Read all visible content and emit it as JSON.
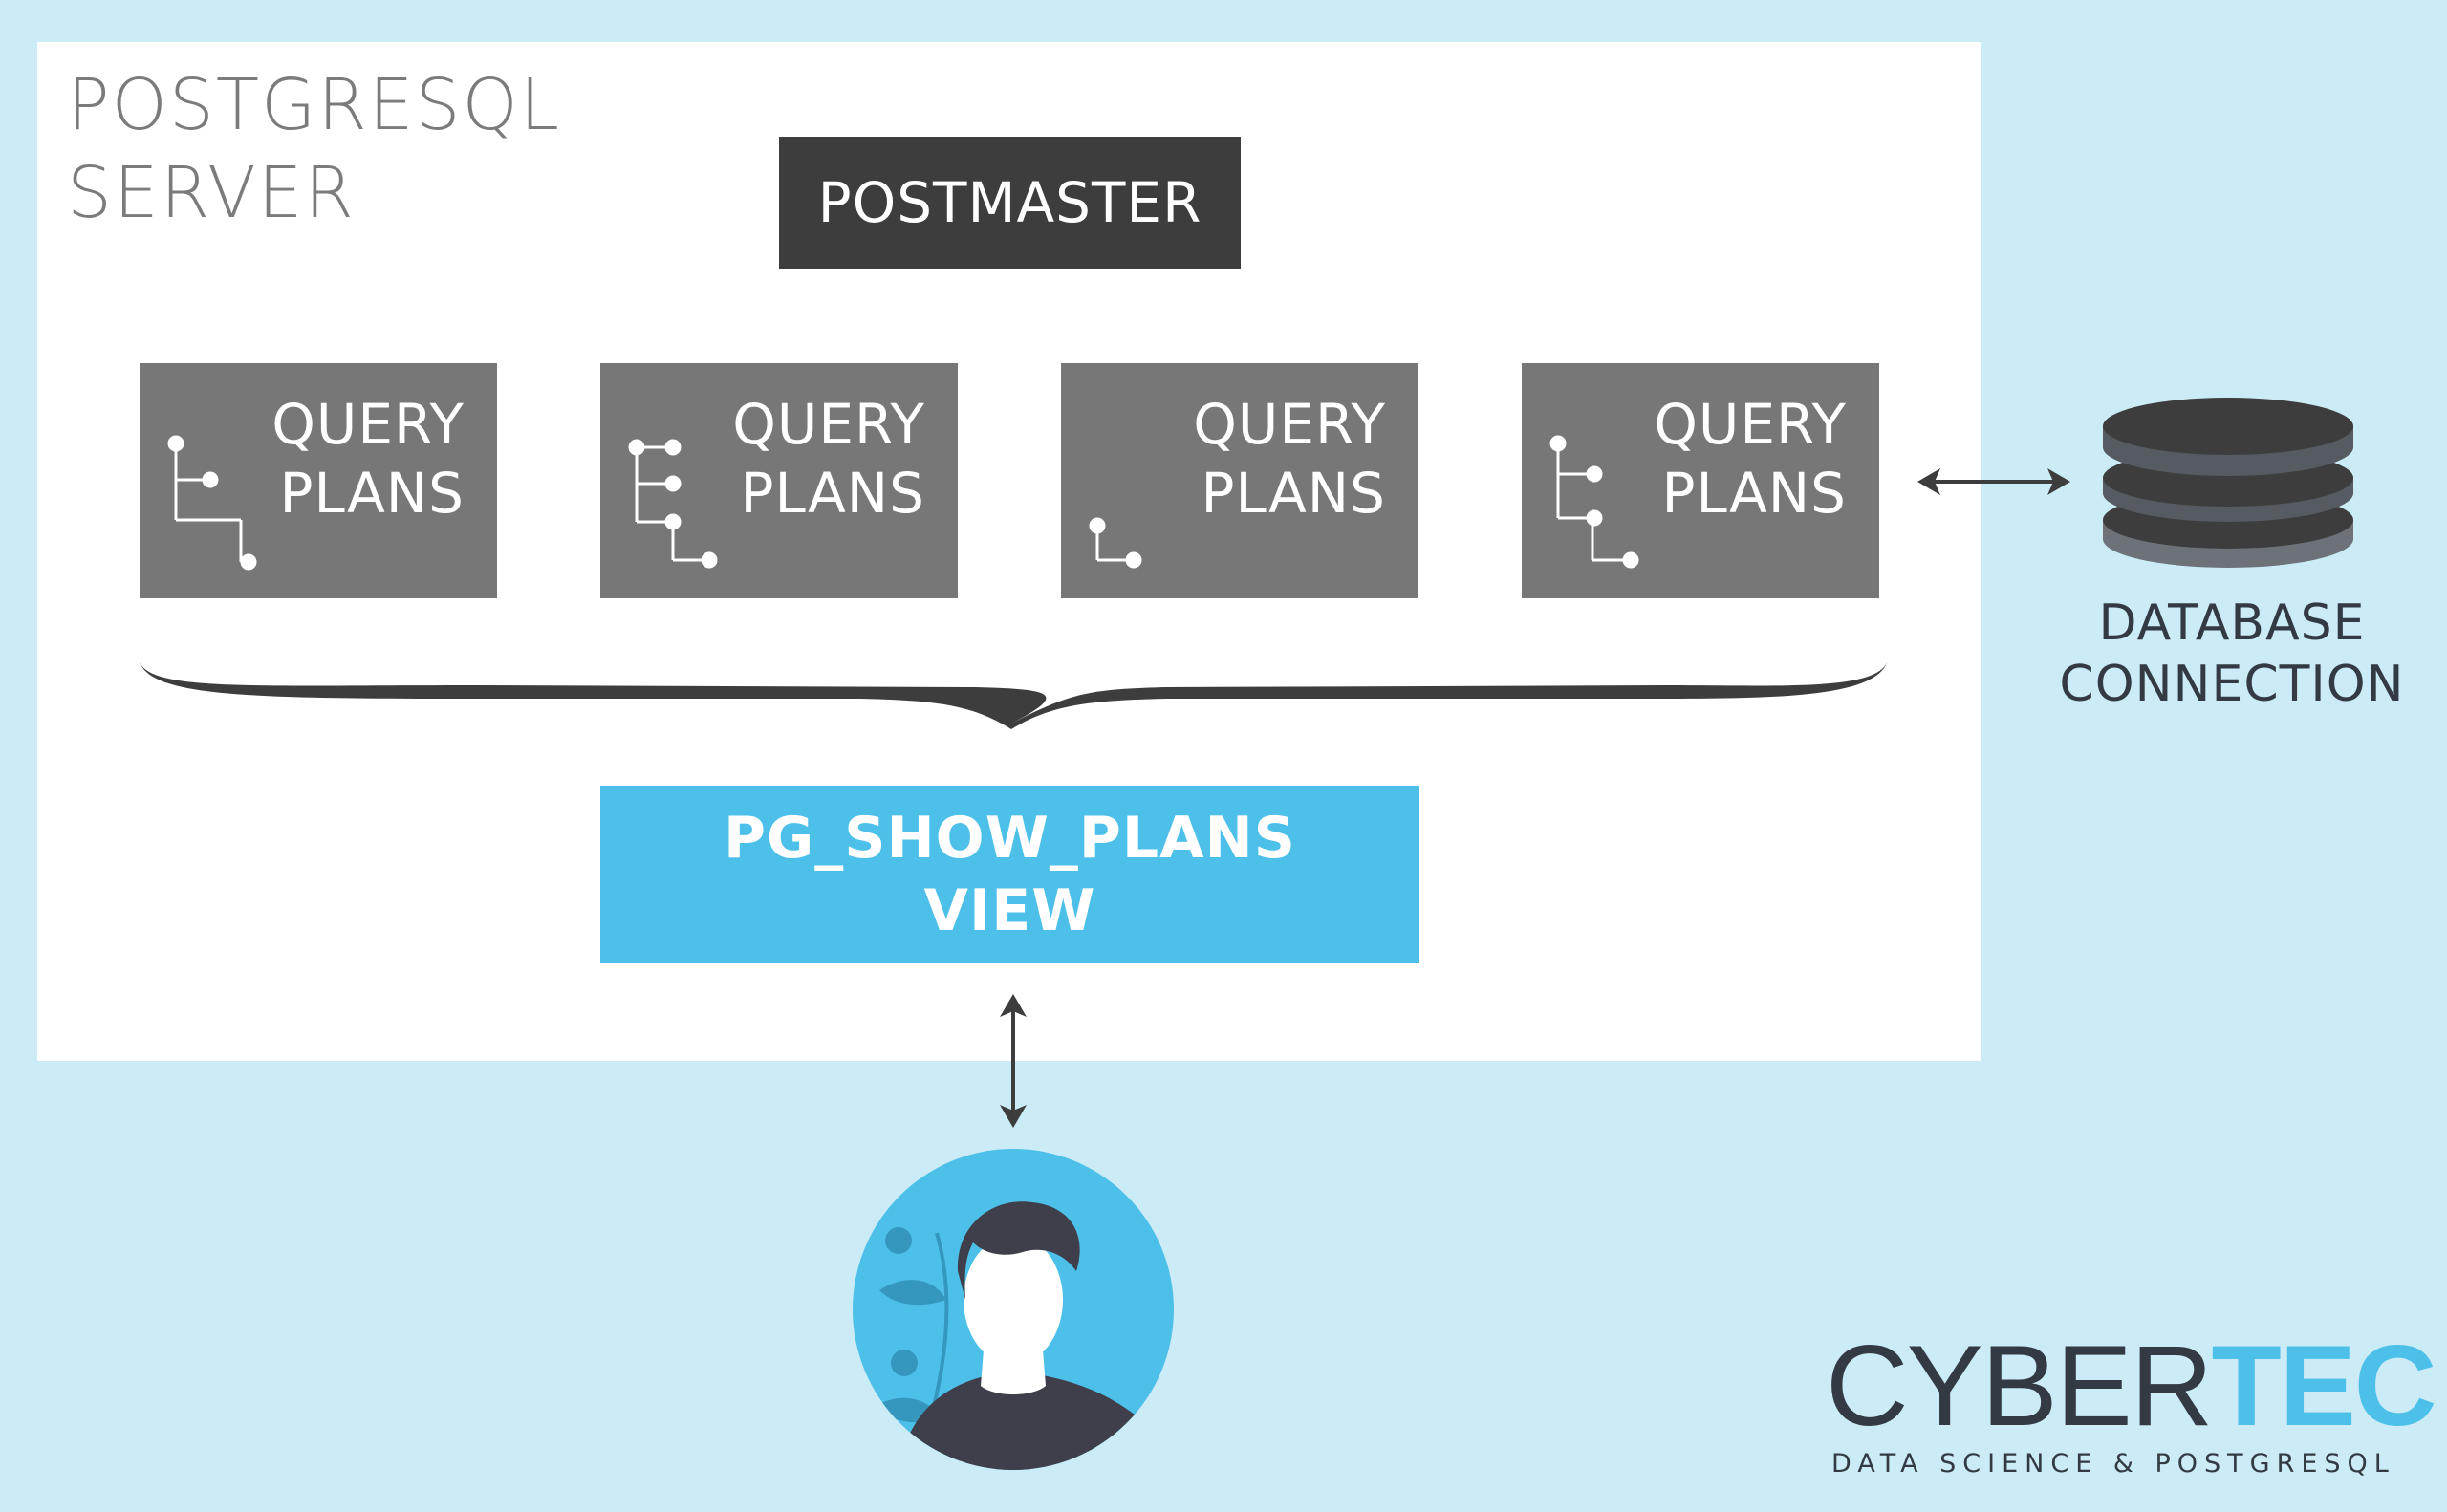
{
  "server": {
    "title_line1": "POSTGRESQL",
    "title_line2": "SERVER"
  },
  "postmaster": {
    "label": "POSTMASTER"
  },
  "query_plans": [
    {
      "line1": "QUERY",
      "line2": "PLANS"
    },
    {
      "line1": "QUERY",
      "line2": "PLANS"
    },
    {
      "line1": "QUERY",
      "line2": "PLANS"
    },
    {
      "line1": "QUERY",
      "line2": "PLANS"
    }
  ],
  "view": {
    "line1": "PG_SHOW_PLANS",
    "line2": "VIEW"
  },
  "database": {
    "line1": "DATABASE",
    "line2": "CONNECTION",
    "icon": "database-icon"
  },
  "user": {
    "icon": "user-avatar-icon"
  },
  "brand": {
    "name_part1": "CYBER",
    "name_part2": "TEC",
    "tagline": "DATA SCIENCE & POSTGRESQL"
  },
  "colors": {
    "background": "#cbebf6",
    "postmaster": "#3d3d3d",
    "query_plan_box": "#777777",
    "accent": "#4dc0ea",
    "text_dark": "#333a44"
  }
}
